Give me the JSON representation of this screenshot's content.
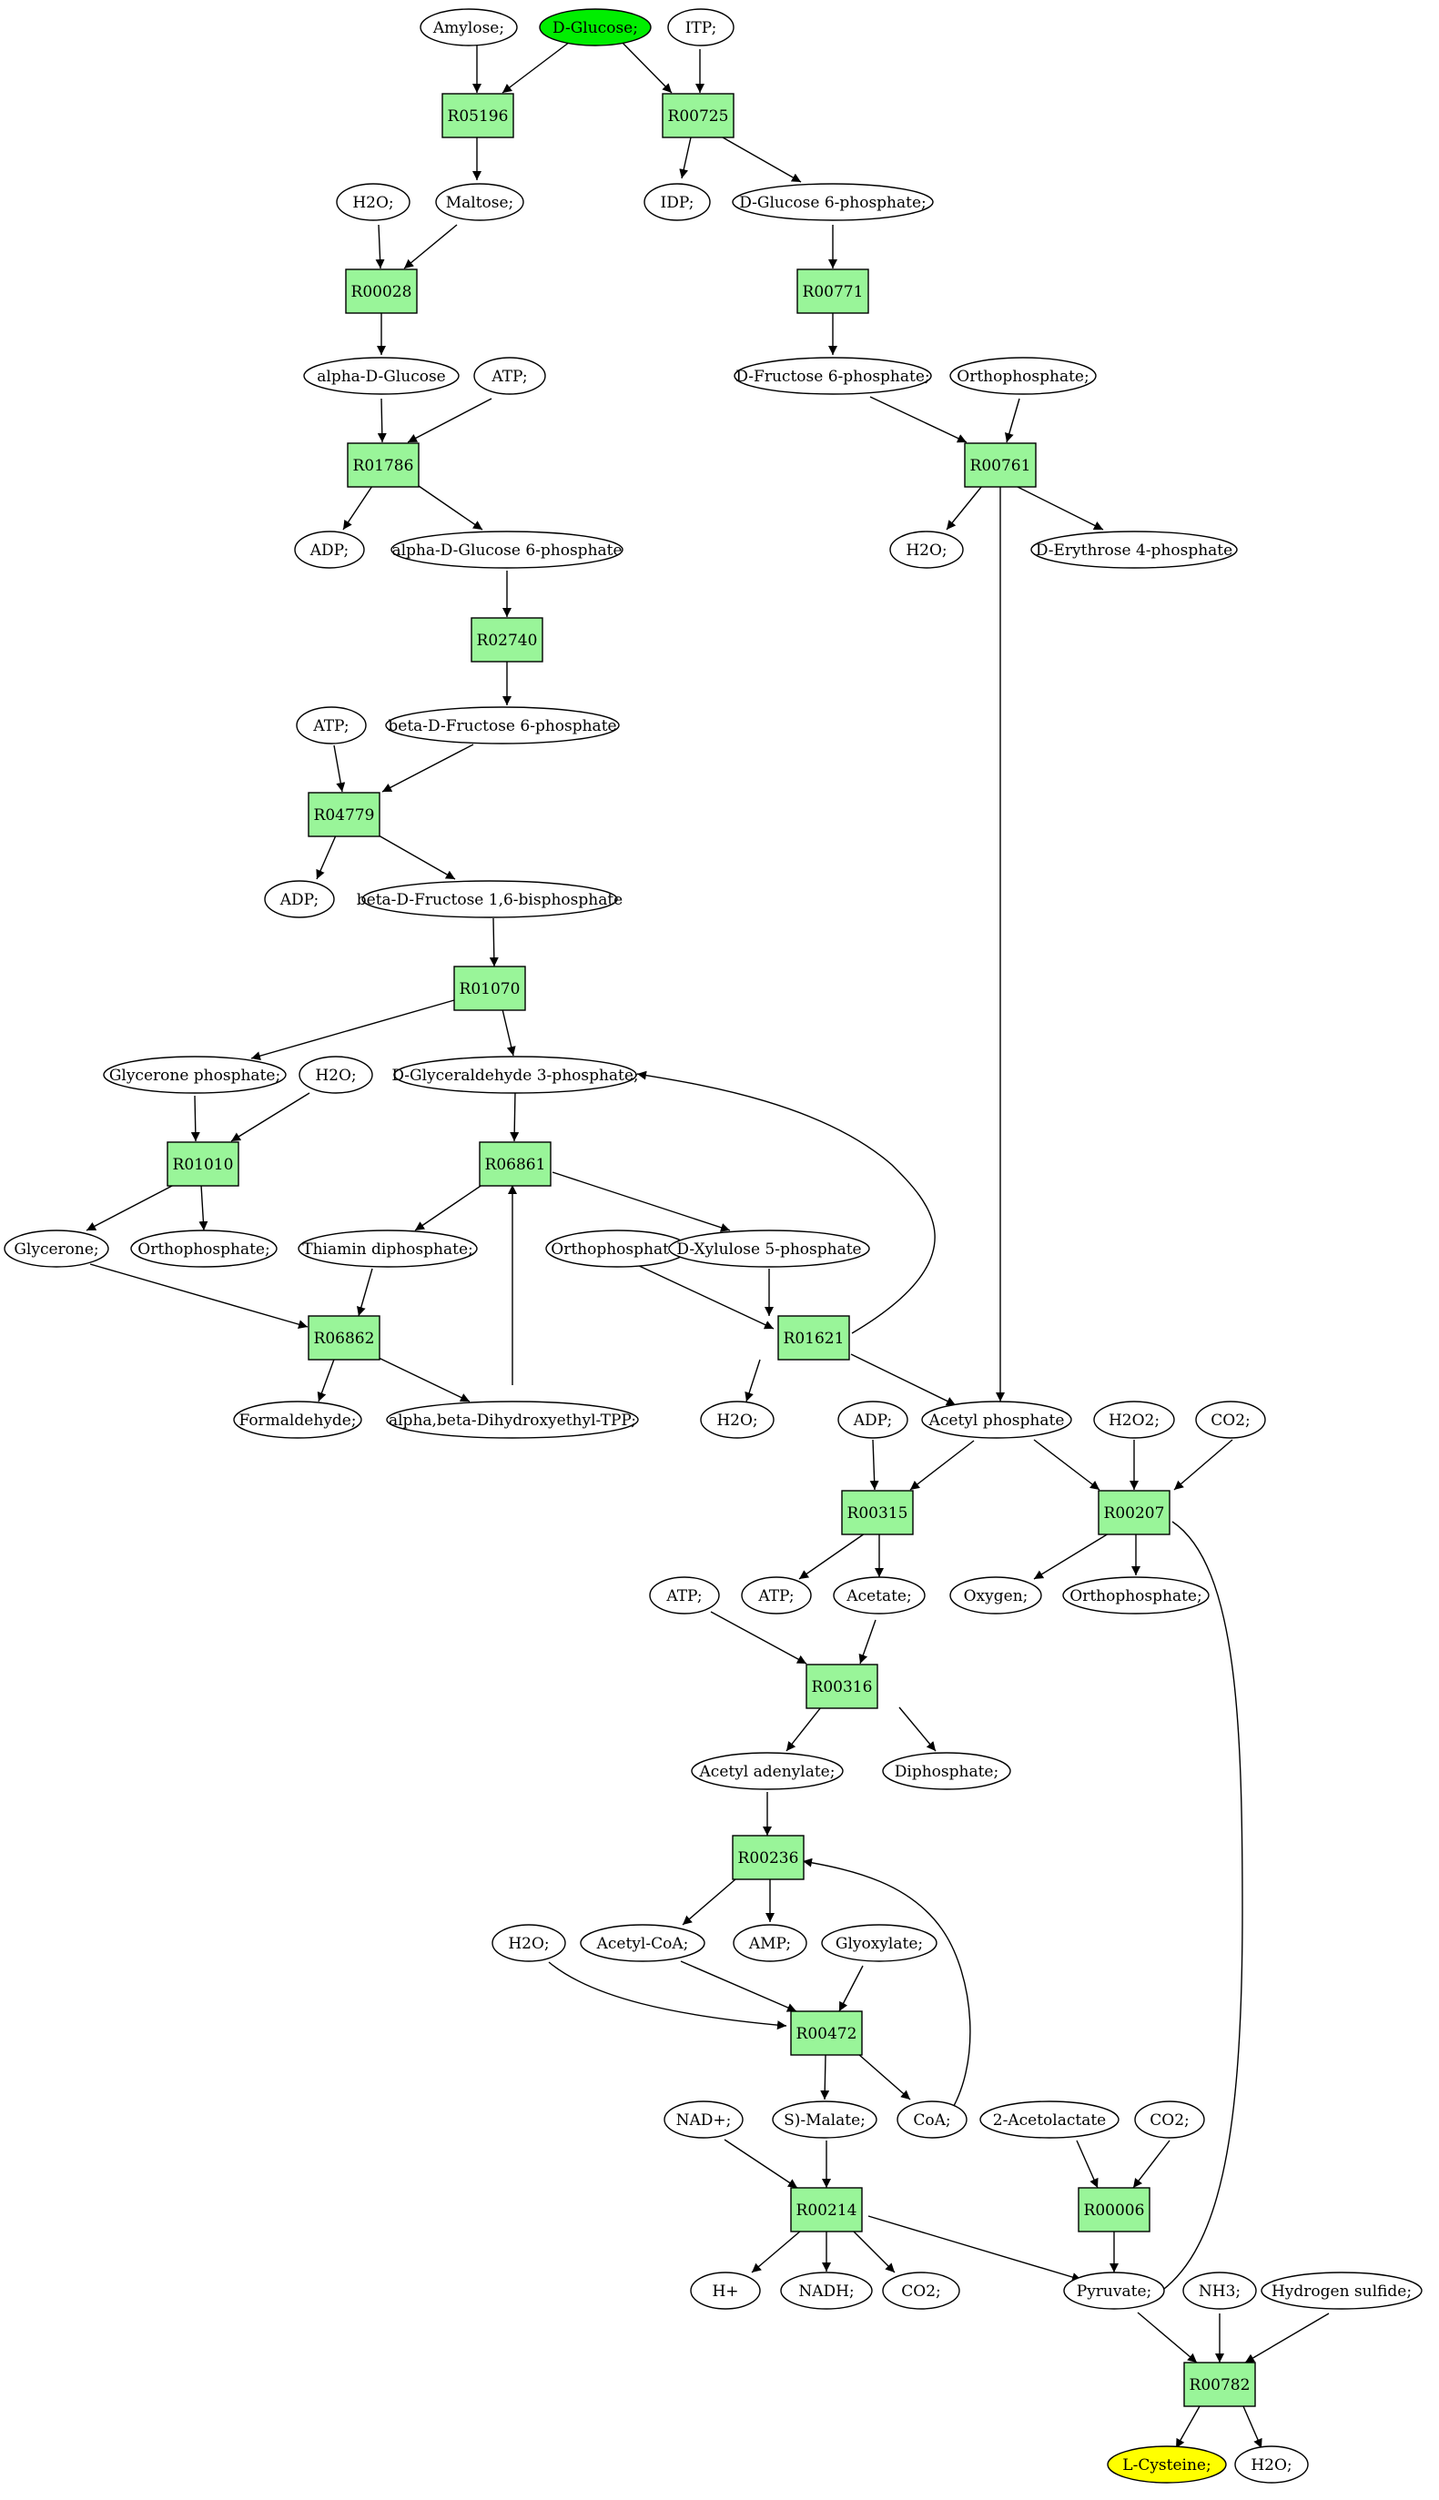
{
  "colors": {
    "reaction": "#99f599",
    "start": "#00ee00",
    "target": "#ffff00",
    "compound": "#ffffff",
    "stroke": "#000000"
  },
  "reactions": {
    "r05196": "R05196",
    "r00725": "R00725",
    "r00028": "R00028",
    "r00771": "R00771",
    "r01786": "R01786",
    "r00761": "R00761",
    "r02740": "R02740",
    "r04779": "R04779",
    "r01070": "R01070",
    "r01010": "R01010",
    "r06861": "R06861",
    "r06862": "R06862",
    "r01621": "R01621",
    "r00315": "R00315",
    "r00207": "R00207",
    "r00316": "R00316",
    "r00236": "R00236",
    "r00472": "R00472",
    "r00214": "R00214",
    "r00006": "R00006",
    "r00782": "R00782"
  },
  "compounds": {
    "amylose": "Amylose;",
    "d_glucose": "D-Glucose;",
    "itp": "ITP;",
    "h2o_1": "H2O;",
    "maltose": "Maltose;",
    "idp": "IDP;",
    "d_glucose_6p": "D-Glucose 6-phosphate;",
    "alpha_d_glucose": "alpha-D-Glucose",
    "atp_1": "ATP;",
    "d_fructose_6p": "D-Fructose 6-phosphate;",
    "orthophosphate_1": "Orthophosphate;",
    "adp_1": "ADP;",
    "alpha_d_glucose_6p": "alpha-D-Glucose 6-phosphate",
    "h2o_2": "H2O;",
    "d_erythrose_4p": "D-Erythrose 4-phosphate",
    "beta_d_fructose_6p": "beta-D-Fructose 6-phosphate",
    "atp_2": "ATP;",
    "adp_2": "ADP;",
    "beta_d_fructose_16bp": "beta-D-Fructose 1,6-bisphosphate",
    "glycerone_phosphate": "Glycerone phosphate;",
    "h2o_3": "H2O;",
    "d_glyceraldehyde_3p": "D-Glyceraldehyde 3-phosphate;",
    "glycerone": "Glycerone;",
    "orthophosphate_2": "Orthophosphate;",
    "thiamin_diphosphate": "Thiamin diphosphate;",
    "orthophosphate_3": "Orthophosphate;",
    "d_xylulose_5p": "D-Xylulose 5-phosphate",
    "formaldehyde": "Formaldehyde;",
    "dihydroxyethyl_tpp": "alpha,beta-Dihydroxyethyl-TPP;",
    "h2o_4": "H2O;",
    "adp_3": "ADP;",
    "acetyl_phosphate": "Acetyl phosphate",
    "h2o2": "H2O2;",
    "co2_1": "CO2;",
    "atp_3": "ATP;",
    "acetate": "Acetate;",
    "oxygen": "Oxygen;",
    "orthophosphate_4": "Orthophosphate;",
    "atp_4": "ATP;",
    "acetyl_adenylate": "Acetyl adenylate;",
    "diphosphate": "Diphosphate;",
    "h2o_5": "H2O;",
    "acetyl_coa": "Acetyl-CoA;",
    "amp": "AMP;",
    "glyoxylate": "Glyoxylate;",
    "nad": "NAD+;",
    "s_malate": "S)-Malate;",
    "coa": "CoA;",
    "acetolactate": "2-Acetolactate",
    "co2_2": "CO2;",
    "h_plus": "H+",
    "nadh": "NADH;",
    "co2_3": "CO2;",
    "pyruvate": "Pyruvate;",
    "nh3": "NH3;",
    "hydrogen_sulfide": "Hydrogen sulfide;",
    "l_cysteine": "L-Cysteine;",
    "h2o_6": "H2O;"
  }
}
